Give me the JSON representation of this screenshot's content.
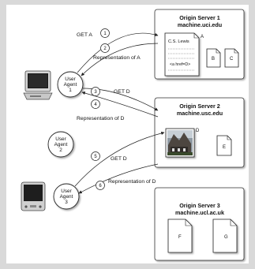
{
  "servers": [
    {
      "name": "Origin Server 1",
      "host": "machine.uci.edu",
      "docs": [
        "A",
        "B",
        "C"
      ]
    },
    {
      "name": "Origin Server 2",
      "host": "machine.usc.edu",
      "docs": [
        "D",
        "E"
      ]
    },
    {
      "name": "Origin Server 3",
      "host": "machine.ucl.ac.uk",
      "docs": [
        "F",
        "G"
      ]
    }
  ],
  "doc_a": {
    "author": "C.S. Lewis",
    "link": "<a href=D>"
  },
  "agents": [
    {
      "line1": "User",
      "line2": "Agent",
      "line3": "1"
    },
    {
      "line1": "User",
      "line2": "Agent",
      "line3": "2"
    },
    {
      "line1": "User",
      "line2": "Agent",
      "line3": "3"
    }
  ],
  "messages": [
    {
      "step": "1",
      "label": "GET A"
    },
    {
      "step": "2",
      "label": "Representation of A"
    },
    {
      "step": "3",
      "label": "GET D"
    },
    {
      "step": "4",
      "label": "Representation of D"
    },
    {
      "step": "5",
      "label": "GET D"
    },
    {
      "step": "6",
      "label": "Representation of D"
    }
  ],
  "colors": {
    "frame": "#d9d9d9",
    "server_fill": "#ffffff",
    "arrow": "#222222"
  }
}
